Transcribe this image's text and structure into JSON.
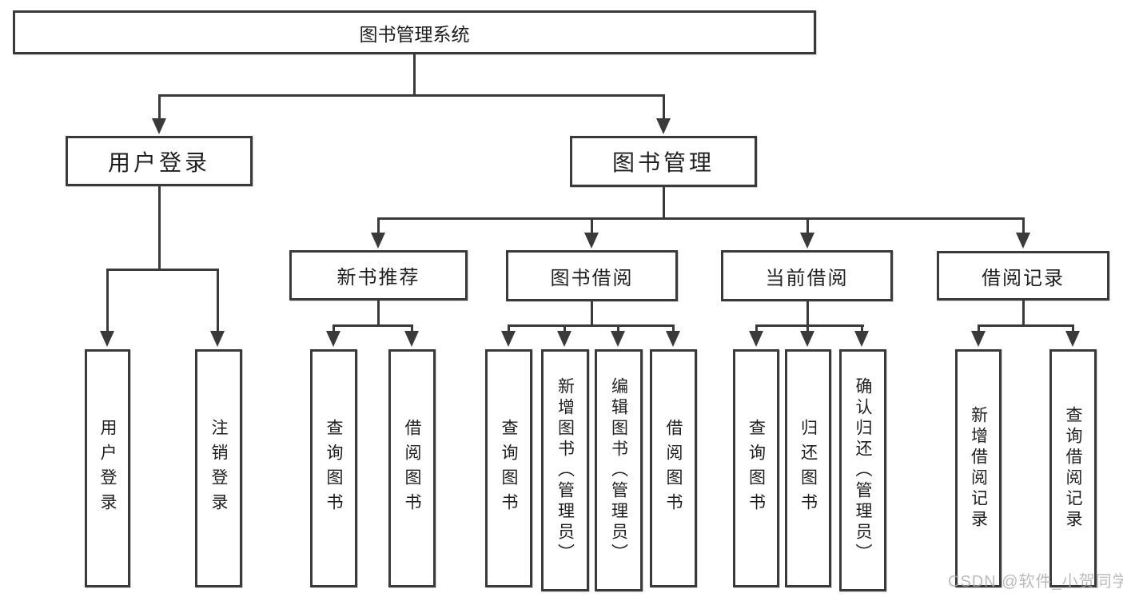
{
  "diagram": {
    "title": "图书管理系统",
    "root": {
      "label": "图书管理系统"
    },
    "level1": [
      {
        "label": "用户登录"
      },
      {
        "label": "图书管理"
      }
    ],
    "level2": [
      {
        "label": "新书推荐"
      },
      {
        "label": "图书借阅"
      },
      {
        "label": "当前借阅"
      },
      {
        "label": "借阅记录"
      }
    ],
    "leaves": {
      "login": [
        "用户登录",
        "注销登录"
      ],
      "newbook": [
        "查询图书",
        "借阅图书"
      ],
      "borrow": [
        "查询图书",
        "新增图书（管理员）",
        "编辑图书（管理员）",
        "借阅图书"
      ],
      "current": [
        "查询图书",
        "归还图书",
        "确认归还（管理员）"
      ],
      "records": [
        "新增借阅记录",
        "查询借阅记录"
      ]
    }
  },
  "colors": {
    "line": "#3a3a3a",
    "box_border": "#3a3a3a",
    "text": "#1f1f1f",
    "watermark": "#ababab",
    "background": "#ffffff"
  },
  "watermark": "CSDN @软件_小贺同学"
}
